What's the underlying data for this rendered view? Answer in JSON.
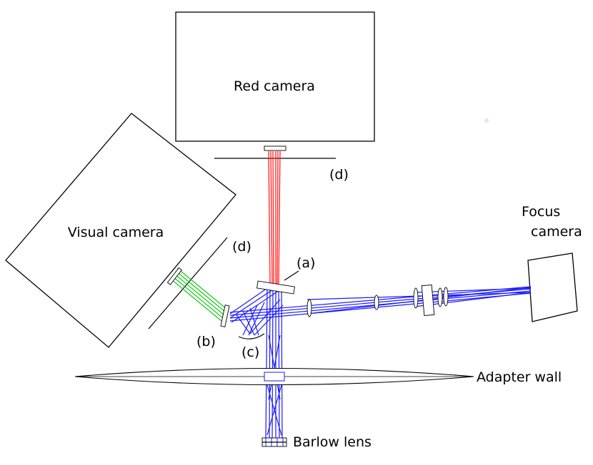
{
  "diagram": {
    "labels": {
      "red_camera": "Red camera",
      "visual_camera": "Visual camera",
      "focus_camera_line1": "Focus",
      "focus_camera_line2": "camera",
      "adapter_wall": "Adapter wall",
      "barlow_lens": "Barlow lens",
      "label_a": "(a)",
      "label_b": "(b)",
      "label_c": "(c)",
      "label_d_top": "(d)",
      "label_d_left": "(d)"
    },
    "colors": {
      "red_path": "#ff2020",
      "blue_path": "#1a1aff",
      "green_path": "#22cc22",
      "outline": "#000000"
    }
  }
}
